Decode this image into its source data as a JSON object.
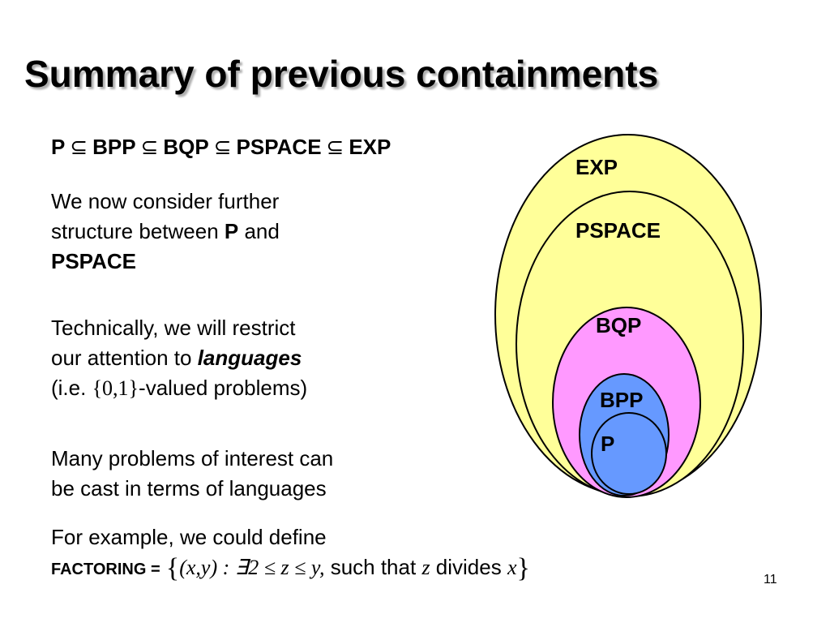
{
  "slide": {
    "title": "Summary of previous containments",
    "page_number": "11"
  },
  "chain": {
    "items": [
      "P",
      "BPP",
      "BQP",
      "PSPACE",
      "EXP"
    ],
    "operator": "⊆"
  },
  "paragraph1": {
    "line1": "We now consider further",
    "line2_pre": "structure between ",
    "line2_bold": "P",
    "line2_post": " and",
    "line3_bold": "PSPACE"
  },
  "paragraph2": {
    "line1": "Technically, we will restrict",
    "line2_pre": "our attention to ",
    "line2_emph": "languages",
    "line3_pre": "(i.e. ",
    "line3_math": "{0,1}",
    "line3_post": "-valued problems)"
  },
  "paragraph3": {
    "line1": "Many problems of interest can",
    "line2": "be cast in terms of languages"
  },
  "paragraph4": {
    "line1": "For example, we could define",
    "label": "FACTORING =",
    "brace_open": "{",
    "math1": "(x,y) : ∃2 ≤ z ≤ y,",
    "text1": " such that ",
    "math2": "z",
    "text2": " divides ",
    "math3": "x",
    "brace_close": "}"
  },
  "diagram": {
    "labels": {
      "exp": "EXP",
      "pspace": "PSPACE",
      "bqp": "BQP",
      "bpp": "BPP",
      "p": "P"
    },
    "colors": {
      "exp": "#ffff99",
      "pspace": "#ffff99",
      "bqp": "#ff99ff",
      "bpp": "#6699ff",
      "p": "#6699ff",
      "stroke": "#000000"
    }
  }
}
